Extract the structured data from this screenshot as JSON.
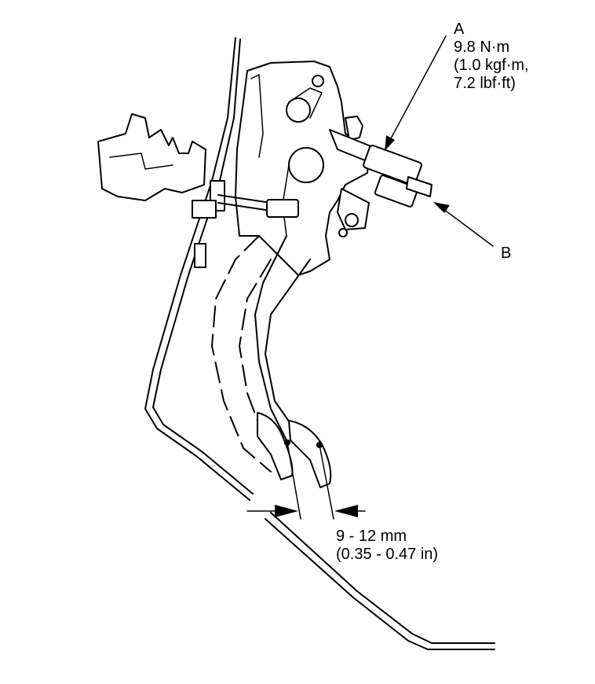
{
  "callouts": {
    "a": {
      "letter": "A",
      "torque_nm": "9.8 N·m",
      "torque_kgfm": "(1.0 kgf·m,",
      "torque_lbfft": "7.2 lbf·ft)"
    },
    "b": {
      "letter": "B"
    }
  },
  "measurement": {
    "range_mm": "9 - 12 mm",
    "range_in": "(0.35 - 0.47 in)"
  }
}
